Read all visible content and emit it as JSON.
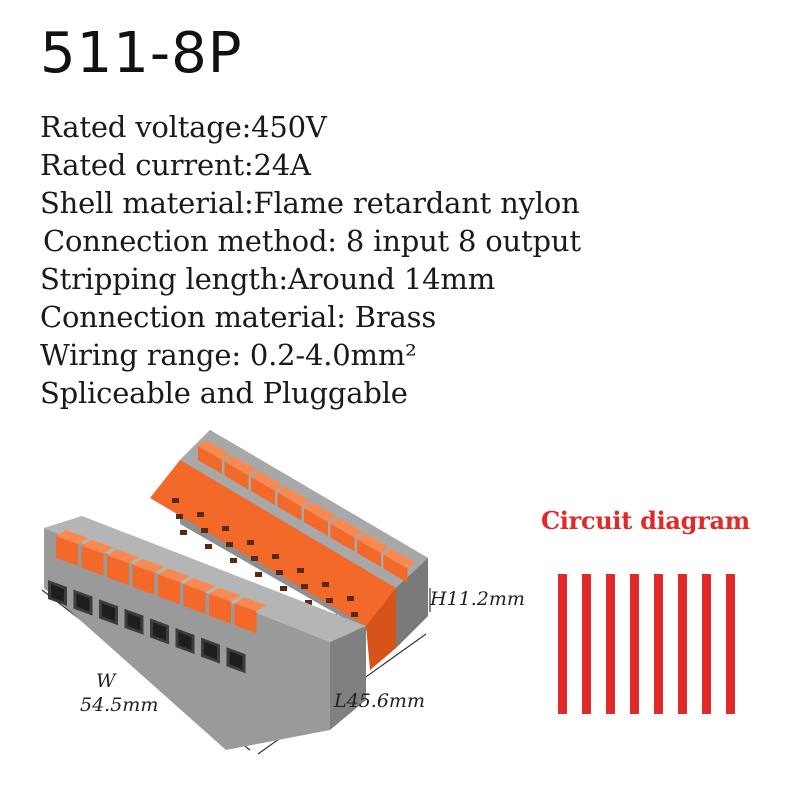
{
  "title": "511-8P",
  "specs": [
    "Rated voltage:450V",
    "Rated current:24A",
    "Shell material:Flame retardant nylon",
    "Connection method: 8 input 8 output",
    "Stripping length:Around 14mm",
    "Connection material: Brass",
    "Wiring range: 0.2-4.0mm²",
    "Spliceable and Pluggable"
  ],
  "dimensions": {
    "height": "H11.2mm",
    "width_label": "W",
    "width_value": "54.5mm",
    "length": "L45.6mm"
  },
  "circuit": {
    "label": "Circuit diagram",
    "lines": 8
  },
  "product": {
    "levers": 8,
    "colors": {
      "orange": "#f2692a",
      "orange_dark": "#d8531a",
      "gray": "#9a9a9a",
      "gray_dark": "#6e6e6e",
      "gray_light": "#b8b8b8"
    }
  },
  "colors": {
    "accent": "#e02a2a",
    "text": "#1a1a1a"
  }
}
